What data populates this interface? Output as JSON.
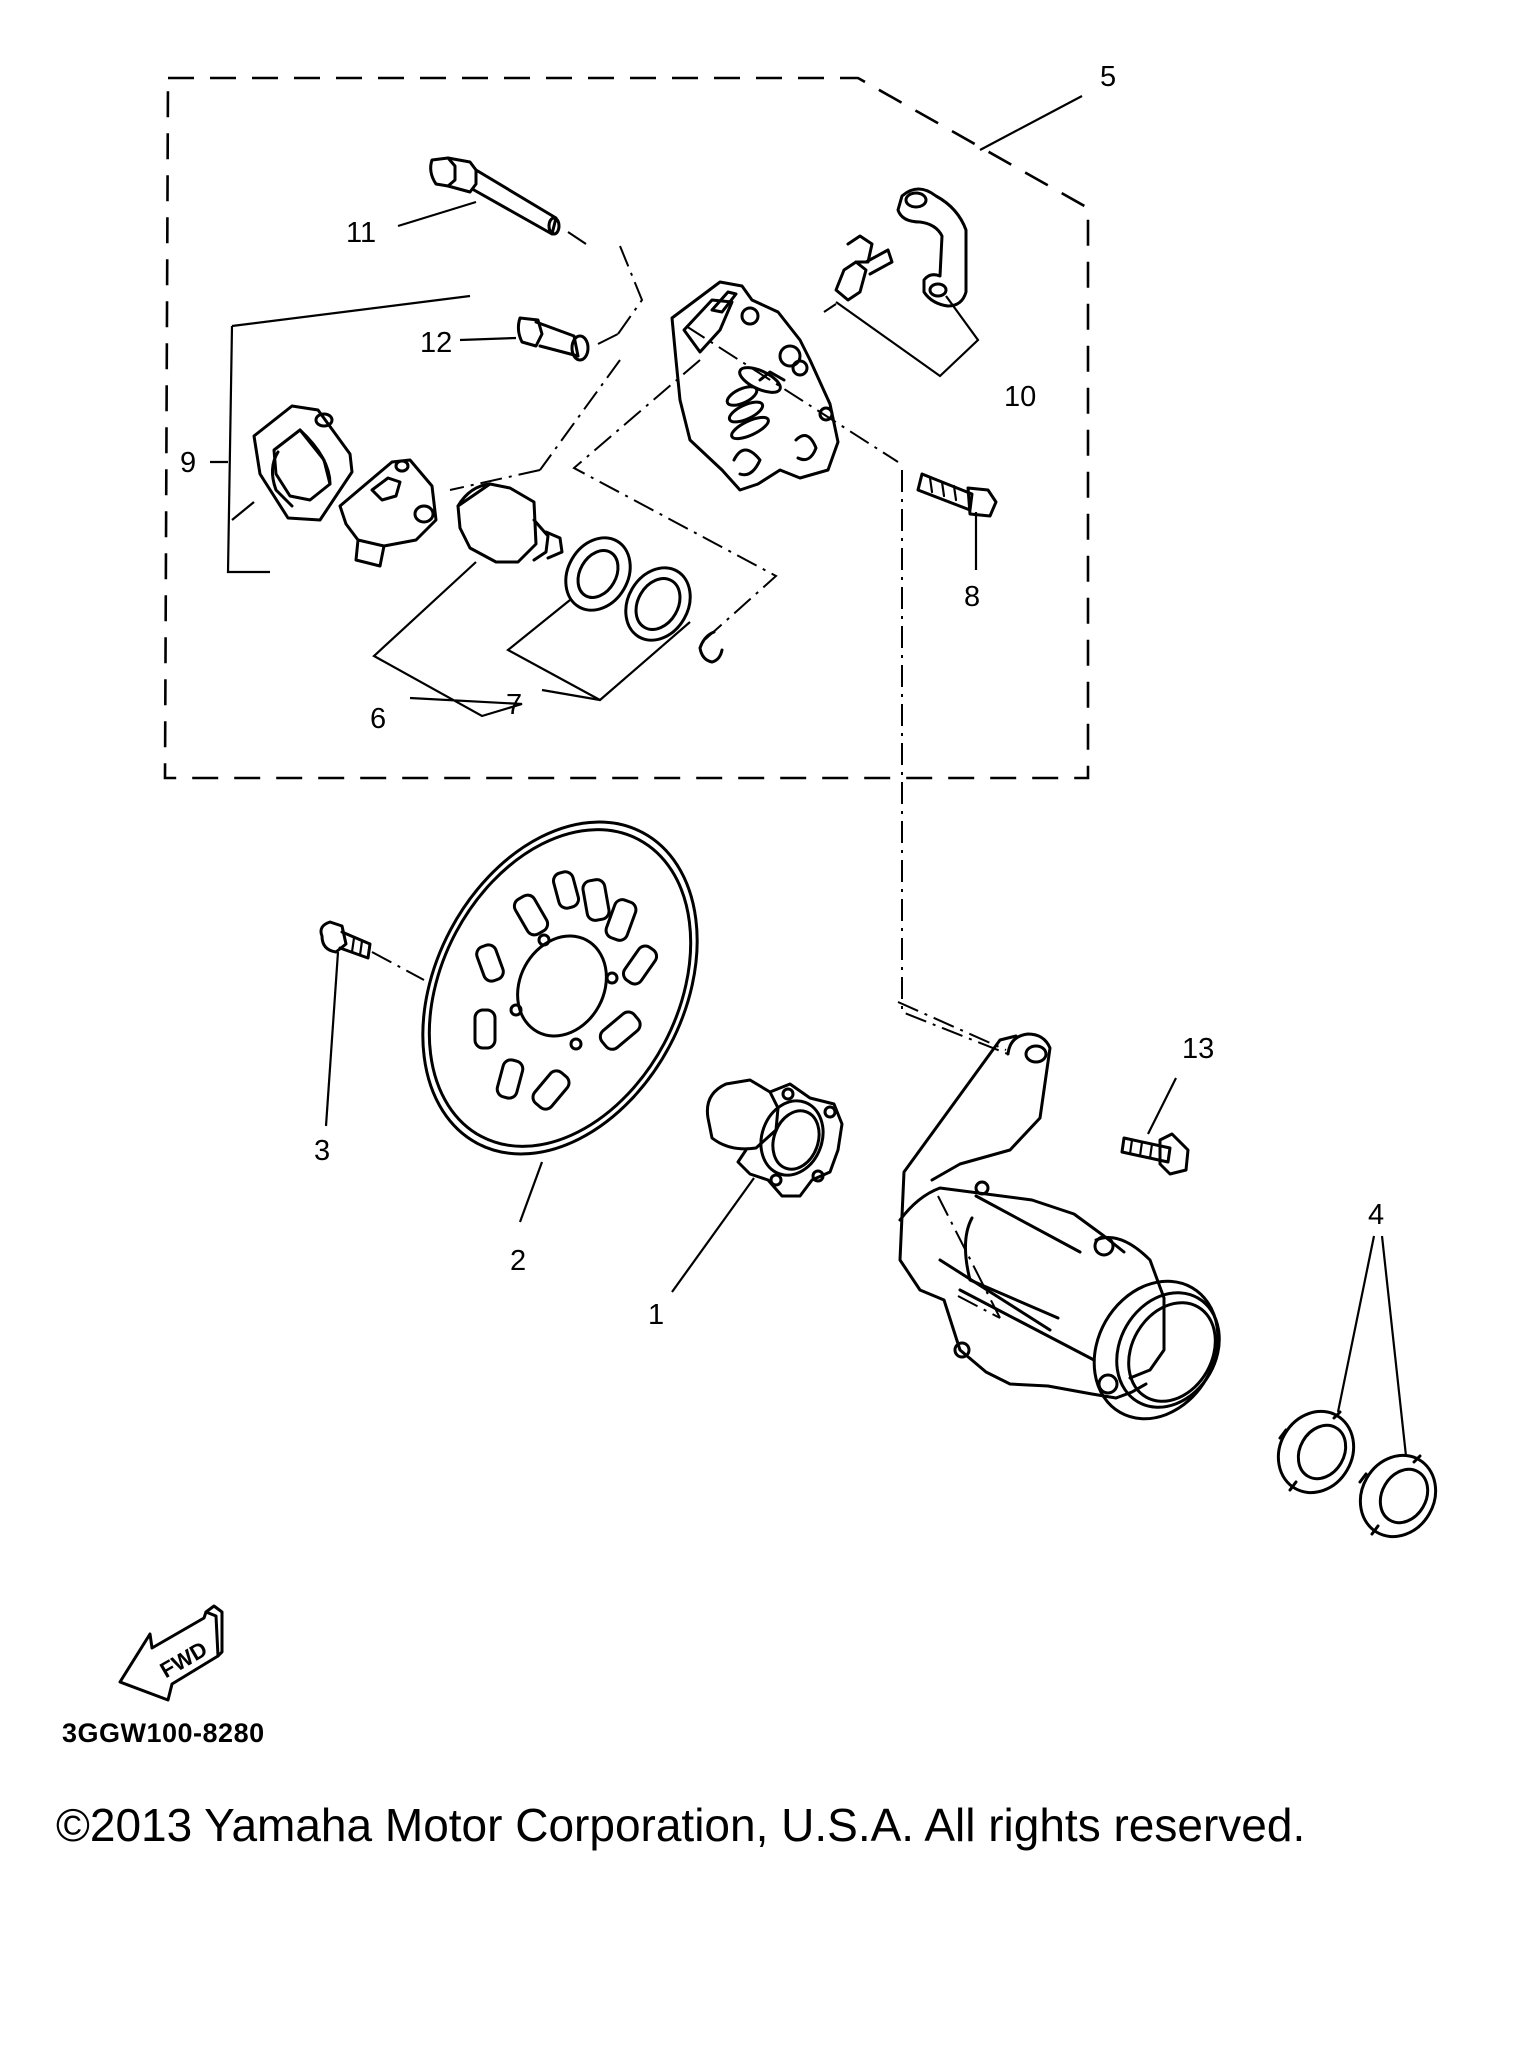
{
  "diagram": {
    "callouts": {
      "c1": "1",
      "c2": "2",
      "c3": "3",
      "c4": "4",
      "c5": "5",
      "c6": "6",
      "c7": "7",
      "c8": "8",
      "c9": "9",
      "c10": "10",
      "c11": "11",
      "c12": "12",
      "c13": "13"
    },
    "direction_label": "FWD",
    "diagram_code": "3GGW100-8280",
    "copyright": "©2013 Yamaha Motor Corporation, U.S.A. All rights reserved."
  }
}
